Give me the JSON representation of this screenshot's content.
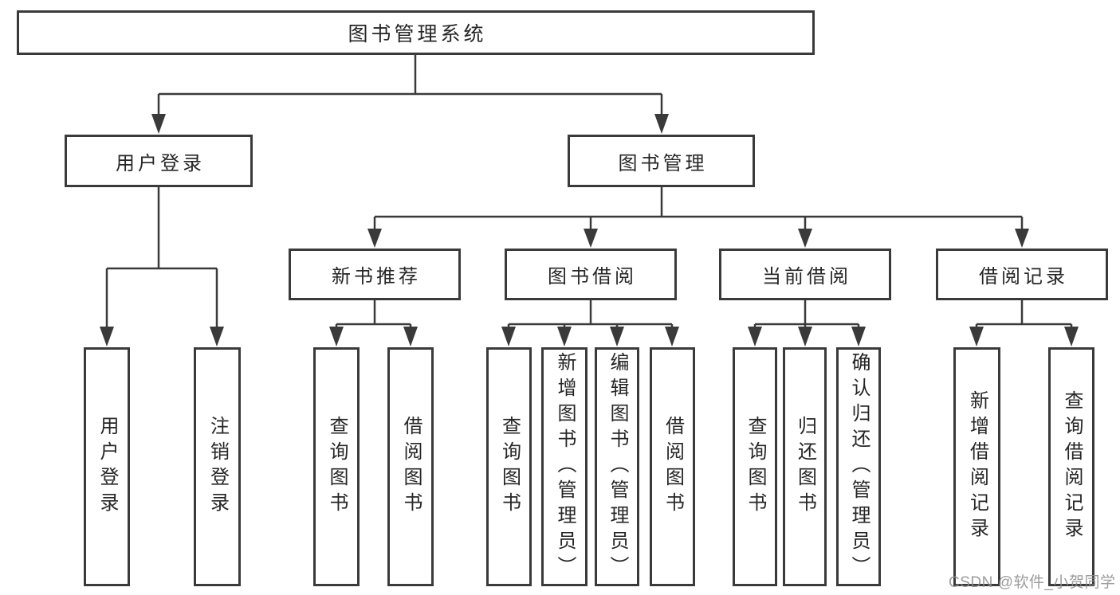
{
  "diagram": {
    "background_color": "#ffffff",
    "line_color": "#3a3a3a",
    "box_border_color": "#3a3a3a",
    "text_color": "#262626",
    "watermark": {
      "text": "CSDN @软件_小贺同学",
      "color": "#8e8e8e"
    },
    "tree": {
      "label": "图书管理系统",
      "children": [
        {
          "label": "用户登录",
          "children": [
            {
              "label": "用户登录"
            },
            {
              "label": "注销登录"
            }
          ]
        },
        {
          "label": "图书管理",
          "children": [
            {
              "label": "新书推荐",
              "children": [
                {
                  "label": "查询图书"
                },
                {
                  "label": "借阅图书"
                }
              ]
            },
            {
              "label": "图书借阅",
              "children": [
                {
                  "label": "查询图书"
                },
                {
                  "label": "新增图书（管理员）"
                },
                {
                  "label": "编辑图书（管理员）"
                },
                {
                  "label": "借阅图书"
                }
              ]
            },
            {
              "label": "当前借阅",
              "children": [
                {
                  "label": "查询图书"
                },
                {
                  "label": "归还图书"
                },
                {
                  "label": "确认归还（管理员）"
                }
              ]
            },
            {
              "label": "借阅记录",
              "children": [
                {
                  "label": "新增借阅记录"
                },
                {
                  "label": "查询借阅记录"
                }
              ]
            }
          ]
        }
      ]
    }
  }
}
